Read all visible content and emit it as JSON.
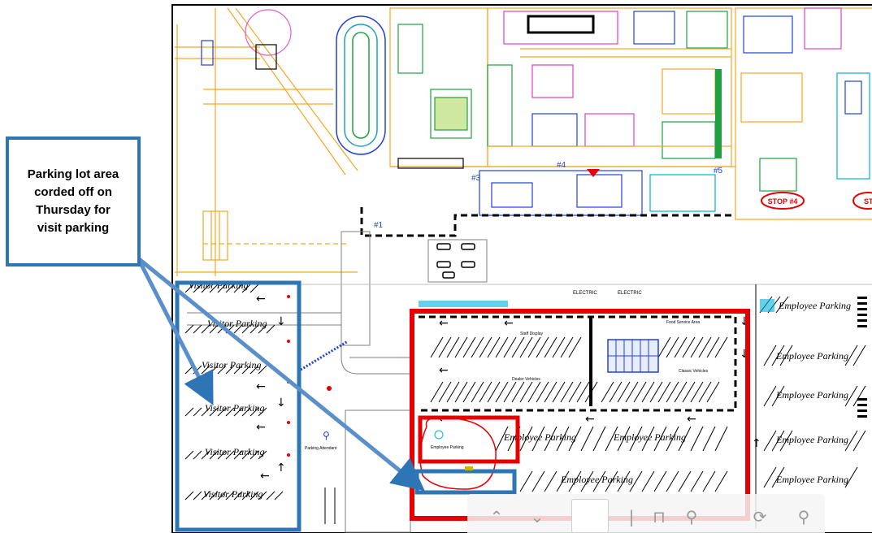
{
  "callout": {
    "text_lines": [
      "Parking lot area",
      "corded off on",
      "Thursday for",
      "visit parking"
    ]
  },
  "labels": {
    "visitor_parking": "Visitor Parking",
    "employee_parking": "Employee Parking",
    "parking_attendant": "Parking Attendant",
    "employee_parking_small": "Employee Parking",
    "electric": "ELECTRIC",
    "stop4": "STOP #4",
    "st": "ST",
    "marker1": "#1",
    "marker3": "#3",
    "marker4": "#4",
    "marker5": "#5",
    "dealer_vehicles": "Dealer Vehicles",
    "classic_vehicles": "Classic Vehicles",
    "staff_display": "Staff Display",
    "food_service": "Food Service Area"
  },
  "toolbar": {
    "page_value": "",
    "zoom_out_icon": "zoom-out-icon",
    "search_icon": "search-icon"
  },
  "colors": {
    "annotation_blue": "#2e75b6",
    "annotation_red": "#e60000",
    "plant_orange": "#f5a623",
    "plant_magenta": "#e040c0",
    "plant_blue": "#2040e0",
    "plant_green": "#20a040",
    "plant_cyan": "#00b0e0"
  }
}
